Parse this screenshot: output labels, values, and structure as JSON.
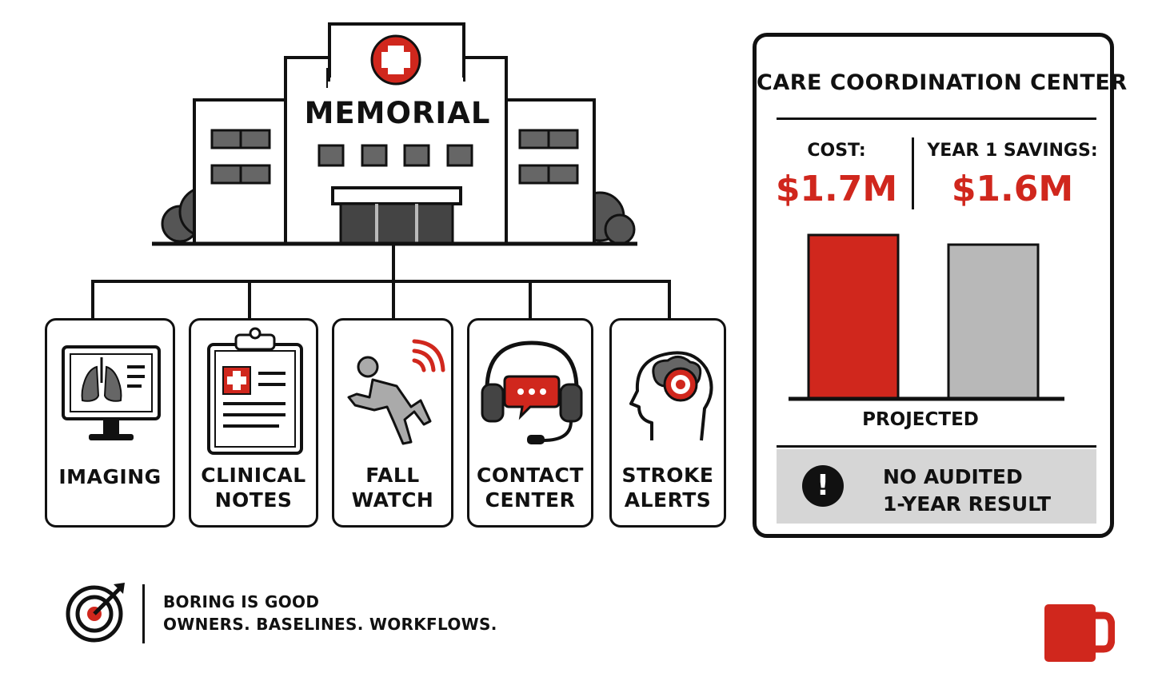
{
  "hospital": {
    "name": "MEMORIAL"
  },
  "departments": [
    {
      "label_line1": "IMAGING",
      "label_line2": "",
      "icon": "monitor-lungs-icon"
    },
    {
      "label_line1": "CLINICAL",
      "label_line2": "NOTES",
      "icon": "clipboard-icon"
    },
    {
      "label_line1": "FALL",
      "label_line2": "WATCH",
      "icon": "falling-person-icon"
    },
    {
      "label_line1": "CONTACT",
      "label_line2": "CENTER",
      "icon": "headset-icon"
    },
    {
      "label_line1": "STROKE",
      "label_line2": "ALERTS",
      "icon": "brain-target-icon"
    }
  ],
  "panel": {
    "title": "CARE COORDINATION CENTER",
    "cost_label": "COST:",
    "cost_value": "$1.7M",
    "savings_label": "YEAR 1 SAVINGS:",
    "savings_value": "$1.6M",
    "warning": {
      "line1": "NO AUDITED",
      "line2": "1-YEAR RESULT"
    }
  },
  "chart_data": {
    "type": "bar",
    "categories": [
      "COST:",
      "YEAR 1 SAVINGS:"
    ],
    "values": [
      1.7,
      1.6
    ],
    "xlabel": "PROJECTED",
    "ylim": [
      0,
      1.7
    ],
    "colors": [
      "#d0271d",
      "#b8b8b8"
    ]
  },
  "footer": {
    "line1": "BORING IS GOOD",
    "line2": "OWNERS. BASELINES. WORKFLOWS."
  },
  "colors": {
    "accent": "#d0271d",
    "gray": "#b8b8b8",
    "dark": "#111111"
  }
}
